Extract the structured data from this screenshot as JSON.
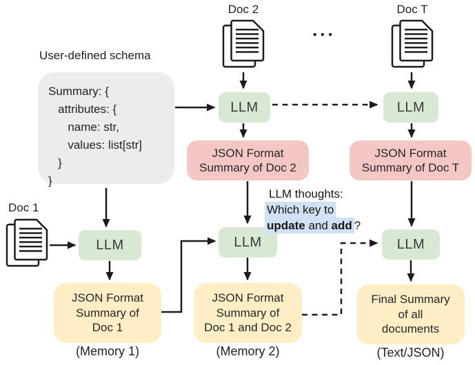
{
  "schema": {
    "title": "User-defined schema",
    "lines": [
      "Summary: {",
      "   attributes: {",
      "      name: str,",
      "      values: list[str]",
      "   }",
      "}"
    ]
  },
  "docs": {
    "doc1_label": "Doc 1",
    "doc2_label": "Doc 2",
    "docT_label": "Doc T",
    "ellipsis": "..."
  },
  "llm_label": "LLM",
  "boxes": {
    "summary_doc2": "JSON Format\nSummary of Doc 2",
    "summary_docT": "JSON Format\nSummary of Doc T",
    "memory1": "JSON Format\nSummary of\nDoc 1",
    "memory1_caption": "(Memory 1)",
    "memory2": "JSON Format\nSummary of\nDoc 1 and Doc 2",
    "memory2_caption": "(Memory 2)",
    "final_summary": "Final Summary\nof all\ndocuments",
    "final_caption": "(Text/JSON)"
  },
  "thoughts": {
    "line1": "LLM thoughts:",
    "line2": "Which key to",
    "update_word": "update",
    "and_word": " and ",
    "add_word": "add",
    "question_mark": "?"
  },
  "colors": {
    "llm_green": "#d9e8d3",
    "summary_pink": "#f4c7c5",
    "memory_yellow": "#fdeec5",
    "thought_highlight_blue": "#cfe1f2",
    "schema_gray": "#ececec",
    "ink": "#1b1b1b"
  }
}
